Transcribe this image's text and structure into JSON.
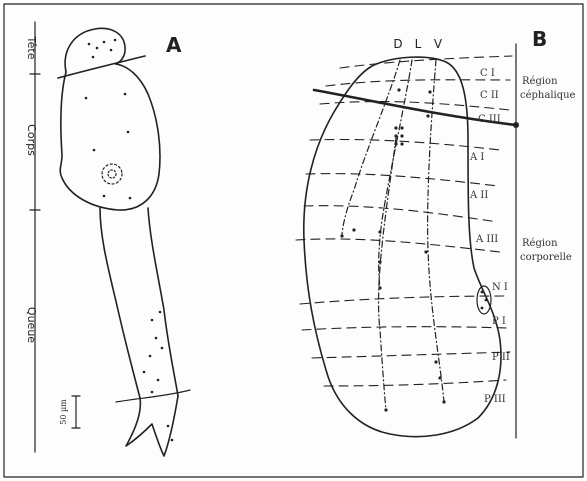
{
  "panels": {
    "a": {
      "letter": "A",
      "axis_labels": [
        "Tête",
        "Corps",
        "Queue"
      ],
      "scale_label": "50 µm"
    },
    "b": {
      "letter": "B",
      "top_labels": [
        "D",
        "L",
        "V"
      ],
      "zone_labels": {
        "c1": "C I",
        "c2": "C II",
        "c3": "C III",
        "a1": "A I",
        "a2": "A II",
        "a3": "A III",
        "n1": "N I",
        "p1": "P I",
        "p2": "P II",
        "p3": "P III"
      },
      "region_cephalic": [
        "Région",
        "céphalique"
      ],
      "region_body": [
        "Région",
        "corporelle"
      ]
    }
  },
  "colors": {
    "ink": "#222222",
    "paper": "#fdfdfd"
  }
}
